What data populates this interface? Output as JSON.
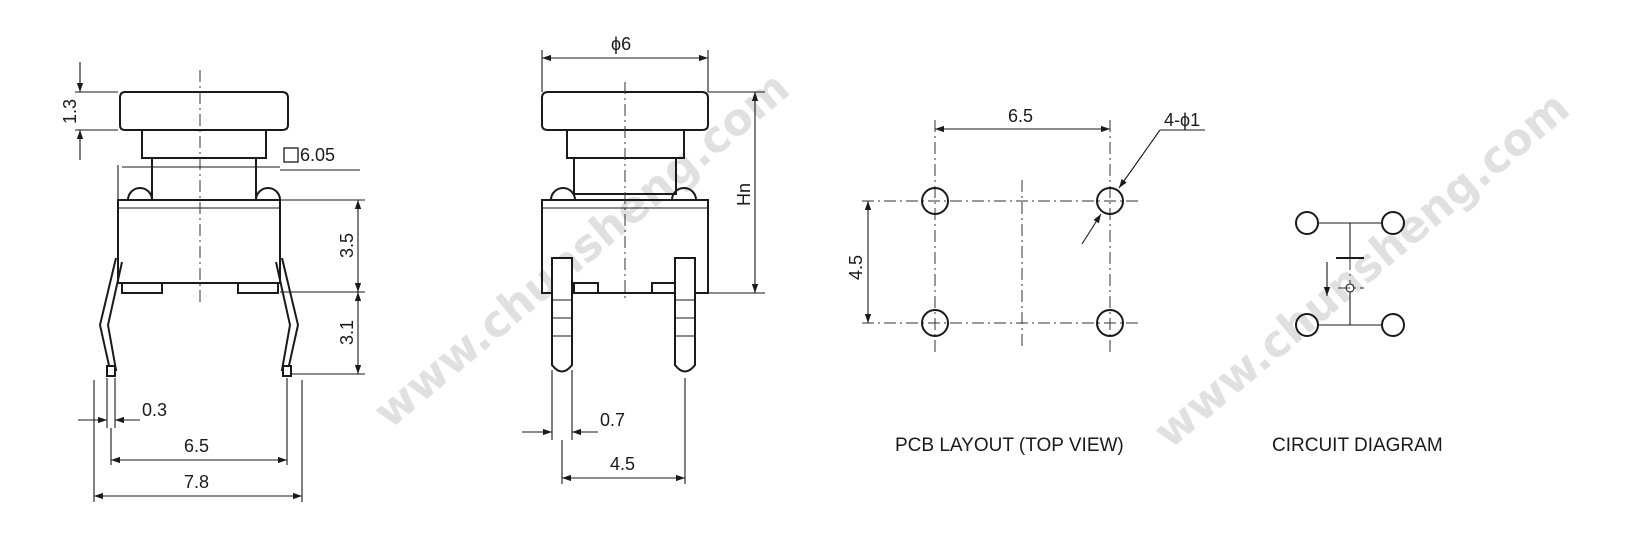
{
  "side_view": {
    "dim_height_cap": "1.3",
    "dim_square": "6.05",
    "dim_body": "3.5",
    "dim_leg": "3.1",
    "dim_lead": "0.3",
    "dim_pitch": "6.5",
    "dim_width": "7.8"
  },
  "front_view": {
    "dim_cap_dia": "ϕ6",
    "dim_height": "Hn",
    "dim_lead": "0.7",
    "dim_pitch": "4.5"
  },
  "pcb_layout": {
    "dim_x": "6.5",
    "dim_y": "4.5",
    "dim_holes": "4-ϕ1",
    "caption": "PCB LAYOUT (TOP VIEW)"
  },
  "circuit": {
    "caption": "CIRCUIT DIAGRAM"
  },
  "watermark": {
    "text": "www.chunsheng.com"
  }
}
